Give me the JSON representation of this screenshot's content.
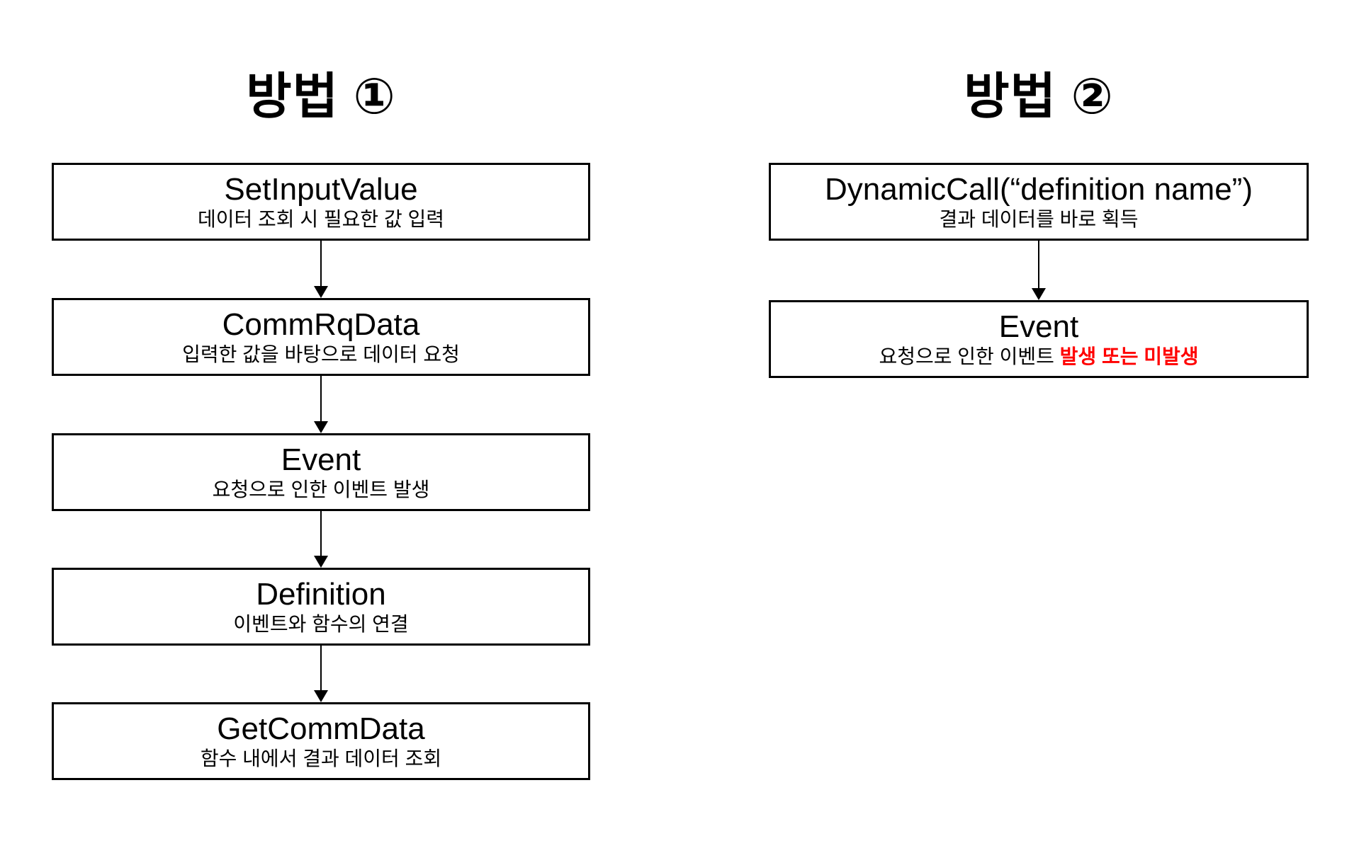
{
  "page": {
    "background": "#ffffff"
  },
  "colors": {
    "box_border": "#000000",
    "text": "#000000",
    "highlight_red": "#ff0000"
  },
  "columns": [
    {
      "title": "방법 ①",
      "boxes": [
        {
          "title": "SetInputValue",
          "subtitle": "데이터 조회 시 필요한 값 입력"
        },
        {
          "title": "CommRqData",
          "subtitle": "입력한 값을 바탕으로 데이터 요청"
        },
        {
          "title": "Event",
          "subtitle": "요청으로 인한 이벤트 발생"
        },
        {
          "title": "Definition",
          "subtitle": "이벤트와 함수의 연결"
        },
        {
          "title": "GetCommData",
          "subtitle": "함수 내에서 결과 데이터 조회"
        }
      ]
    },
    {
      "title": "방법 ②",
      "boxes": [
        {
          "title": "DynamicCall(“definition name”)",
          "subtitle": "결과 데이터를 바로 획득"
        },
        {
          "title": "Event",
          "subtitle_prefix": "요청으로 인한 이벤트 ",
          "subtitle_highlight": "발생 또는 미발생"
        }
      ]
    }
  ]
}
